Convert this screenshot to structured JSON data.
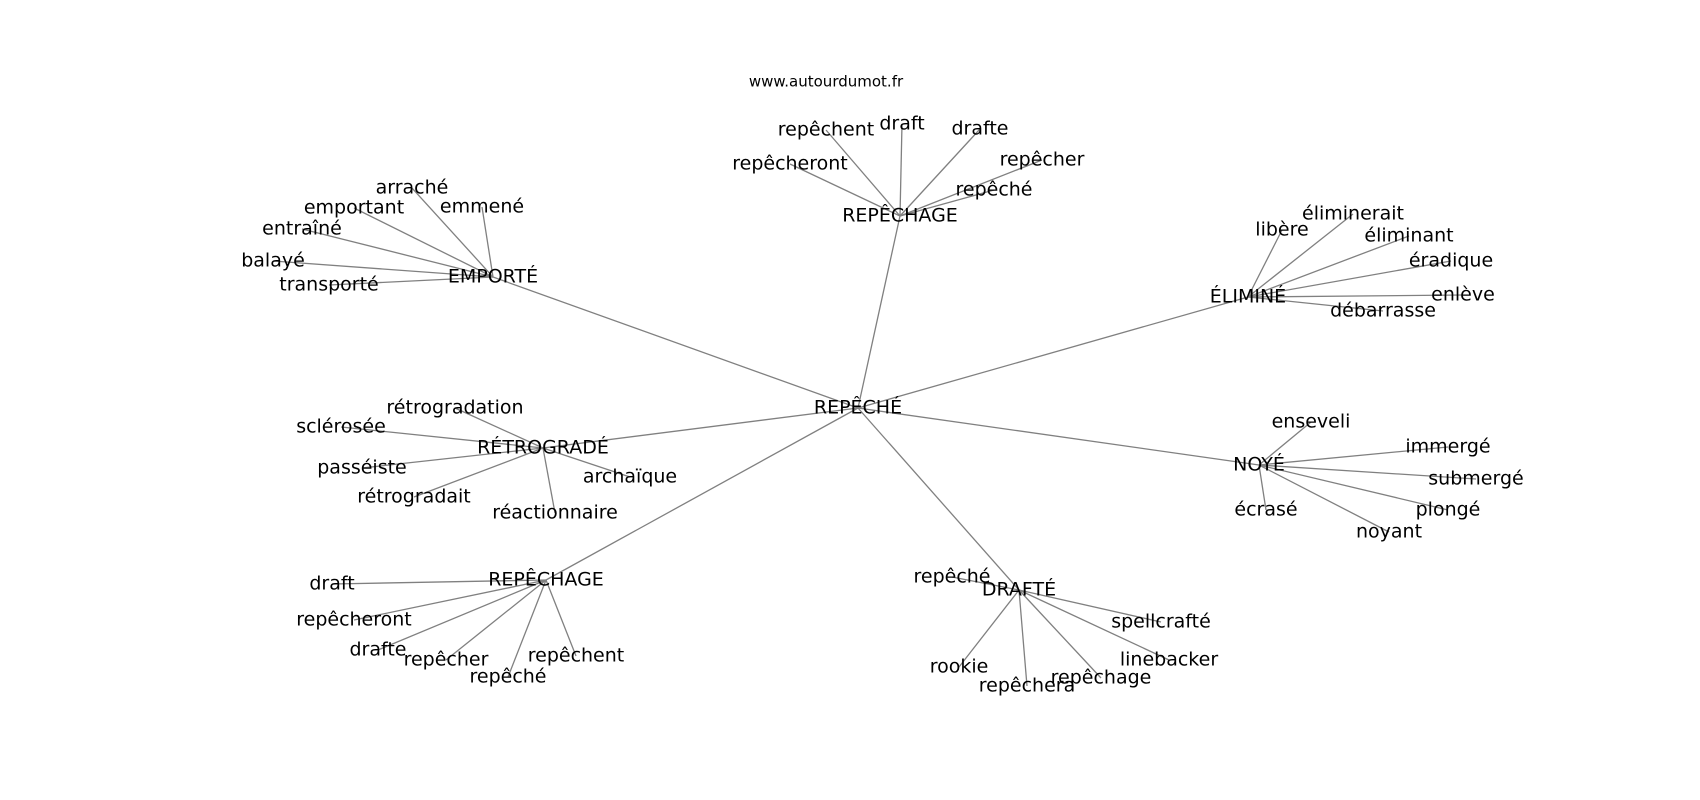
{
  "source": "www.autourdumot.fr",
  "center": "REPÊCHÉ",
  "groups": [
    {
      "id": "repechage-top",
      "label": "REPÊCHAGE",
      "words": [
        "repêchent",
        "draft",
        "drafte",
        "repêcheront",
        "repêcher",
        "repêché"
      ]
    },
    {
      "id": "emporte",
      "label": "EMPORTÉ",
      "words": [
        "arraché",
        "emportant",
        "emmené",
        "entraîné",
        "balayé",
        "transporté"
      ]
    },
    {
      "id": "elimine",
      "label": "ÉLIMINÉ",
      "words": [
        "libère",
        "éliminerait",
        "éliminant",
        "éradique",
        "enlève",
        "débarrasse"
      ]
    },
    {
      "id": "retrograde",
      "label": "RÉTROGRADÉ",
      "words": [
        "rétrogradation",
        "sclérosée",
        "passéiste",
        "rétrogradait",
        "archaïque",
        "réactionnaire"
      ]
    },
    {
      "id": "noye",
      "label": "NOYÉ",
      "words": [
        "enseveli",
        "immergé",
        "submergé",
        "écrasé",
        "plongé",
        "noyant"
      ]
    },
    {
      "id": "repechage-bottom",
      "label": "REPÊCHAGE",
      "words": [
        "draft",
        "repêcheront",
        "drafte",
        "repêcher",
        "repêché",
        "repêchent"
      ]
    },
    {
      "id": "drafte",
      "label": "DRAFTÉ",
      "words": [
        "repêché",
        "spellcrafté",
        "rookie",
        "linebacker",
        "repêchera",
        "repêchage"
      ]
    }
  ]
}
